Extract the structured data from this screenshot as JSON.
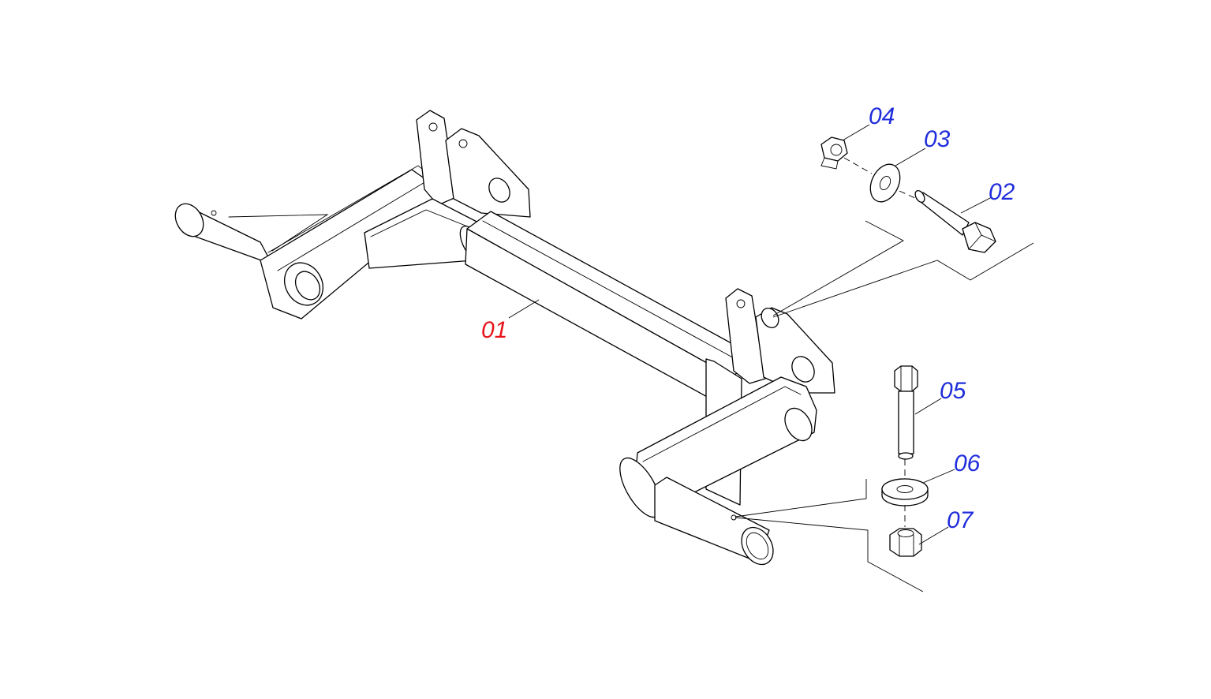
{
  "diagram": {
    "type": "exploded-parts-drawing",
    "callouts": [
      {
        "id": "01",
        "color": "#e8141b"
      },
      {
        "id": "02",
        "color": "#1f2ddb"
      },
      {
        "id": "03",
        "color": "#1f2ddb"
      },
      {
        "id": "04",
        "color": "#1f2ddb"
      },
      {
        "id": "05",
        "color": "#1f2ddb"
      },
      {
        "id": "06",
        "color": "#1f2ddb"
      },
      {
        "id": "07",
        "color": "#1f2ddb"
      }
    ]
  }
}
